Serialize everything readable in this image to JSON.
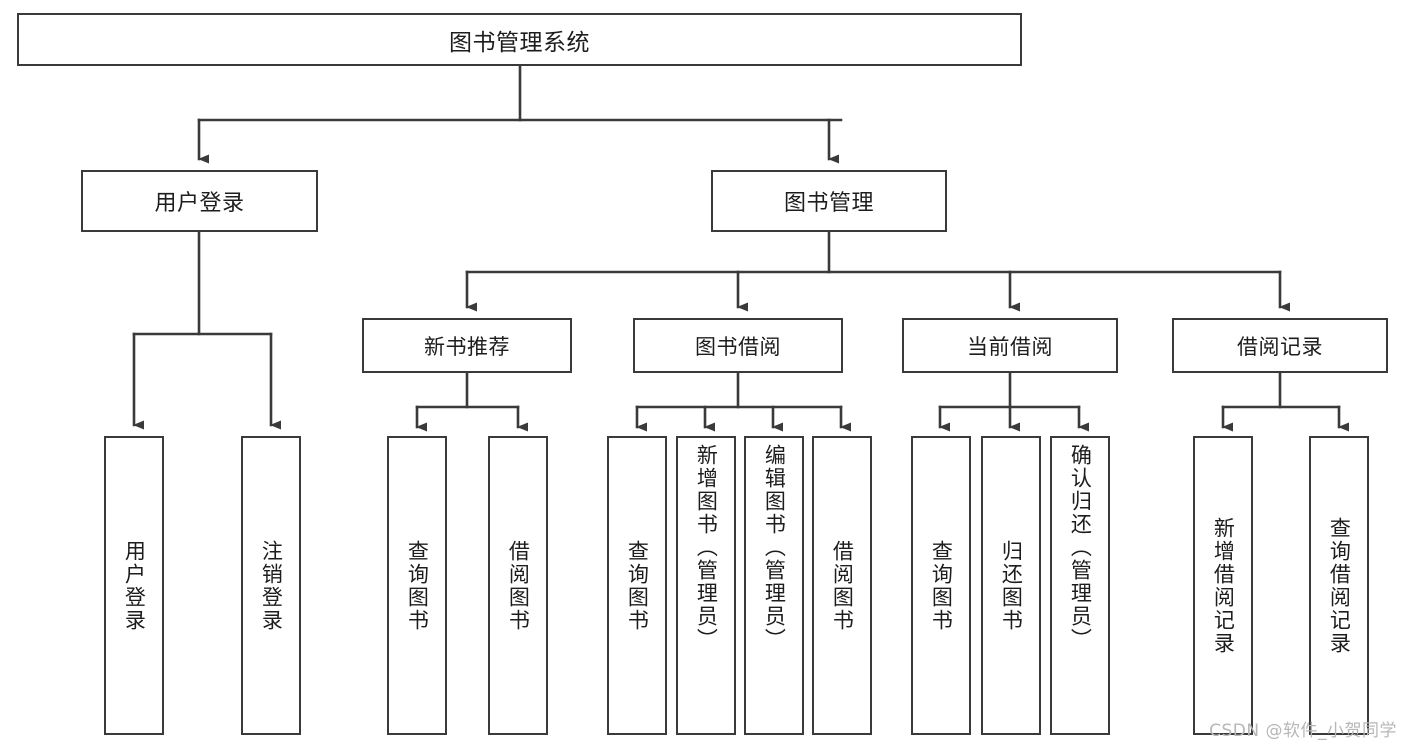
{
  "diagram": {
    "title": "图书管理系统",
    "type": "function-structure-tree",
    "colors": {
      "box_border": "#3a3a3a",
      "box_fill": "#ffffff",
      "connector": "#3a3a3a",
      "text": "#1d1d1d",
      "watermark": "#b7b7b7",
      "background": "#ffffff"
    },
    "root": {
      "label": "图书管理系统"
    },
    "level1": [
      {
        "label": "用户登录"
      },
      {
        "label": "图书管理"
      }
    ],
    "level2": [
      {
        "label": "新书推荐"
      },
      {
        "label": "图书借阅"
      },
      {
        "label": "当前借阅"
      },
      {
        "label": "借阅记录"
      }
    ],
    "leaves": {
      "user_login": [
        {
          "label": "用户登录"
        },
        {
          "label": "注销登录"
        }
      ],
      "new_book_recommend": [
        {
          "label": "查询图书"
        },
        {
          "label": "借阅图书"
        }
      ],
      "book_borrow": [
        {
          "label": "查询图书"
        },
        {
          "label": "新增图书（管理员）"
        },
        {
          "label": "编辑图书（管理员）"
        },
        {
          "label": "借阅图书"
        }
      ],
      "current_borrow": [
        {
          "label": "查询图书"
        },
        {
          "label": "归还图书"
        },
        {
          "label": "确认归还（管理员）"
        }
      ],
      "borrow_record": [
        {
          "label": "新增借阅记录"
        },
        {
          "label": "查询借阅记录"
        }
      ]
    },
    "watermark": "CSDN @软件_小贺同学"
  }
}
